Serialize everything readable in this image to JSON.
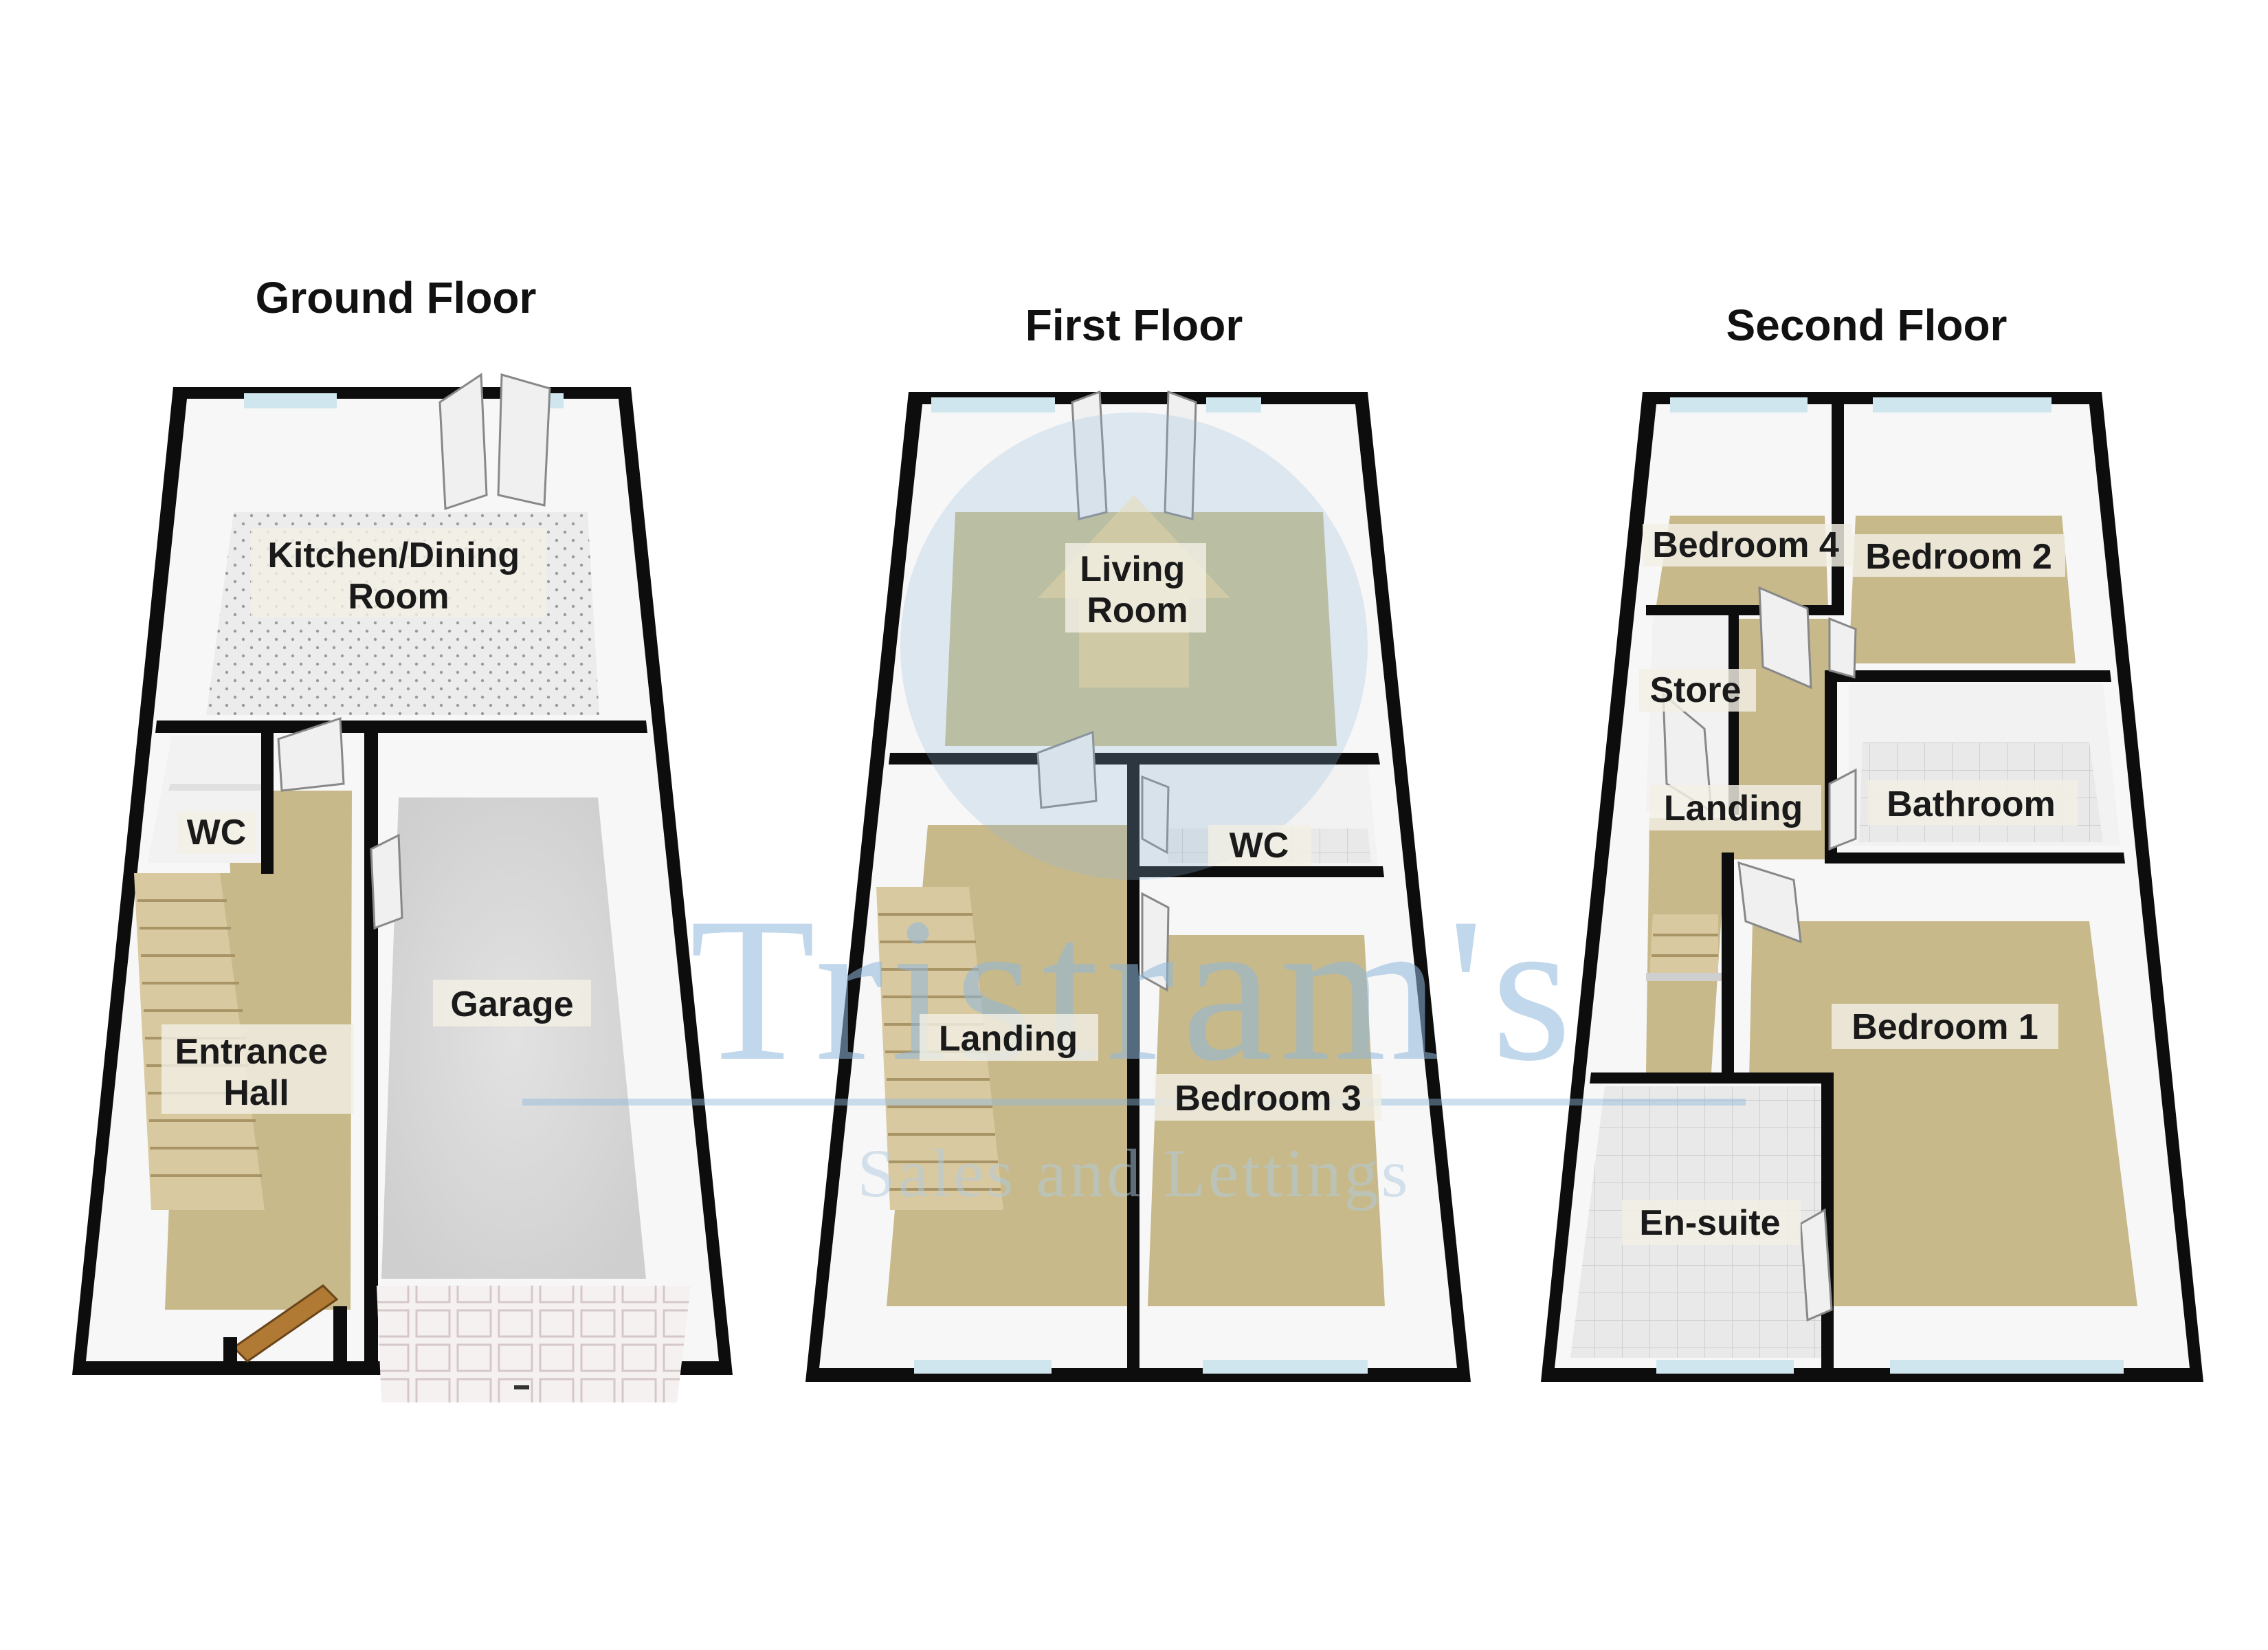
{
  "watermark": {
    "brand": "Tristram's",
    "tagline": "Sales and Lettings"
  },
  "colors": {
    "wall": "#0d0d0d",
    "carpet": "#c8b98a",
    "tile": "#e6e6e6",
    "garage_floor": "#dcdcdc",
    "inner_wall": "#f4f4f4",
    "window": "#cfe6ee",
    "watermark": "#8fb8dc"
  },
  "floors": [
    {
      "title": "Ground Floor",
      "rooms": [
        {
          "id": "kitchen-dining-room",
          "lines": [
            "Kitchen/Dining",
            "Room"
          ]
        },
        {
          "id": "wc",
          "lines": [
            "WC"
          ]
        },
        {
          "id": "garage",
          "lines": [
            "Garage"
          ]
        },
        {
          "id": "entrance-hall",
          "lines": [
            "Entrance",
            "Hall"
          ]
        }
      ]
    },
    {
      "title": "First Floor",
      "rooms": [
        {
          "id": "living-room",
          "lines": [
            "Living",
            "Room"
          ]
        },
        {
          "id": "wc",
          "lines": [
            "WC"
          ]
        },
        {
          "id": "landing",
          "lines": [
            "Landing"
          ]
        },
        {
          "id": "bedroom-3",
          "lines": [
            "Bedroom 3"
          ]
        }
      ]
    },
    {
      "title": "Second Floor",
      "rooms": [
        {
          "id": "bedroom-4",
          "lines": [
            "Bedroom 4"
          ]
        },
        {
          "id": "bedroom-2",
          "lines": [
            "Bedroom 2"
          ]
        },
        {
          "id": "store",
          "lines": [
            "Store"
          ]
        },
        {
          "id": "landing",
          "lines": [
            "Landing"
          ]
        },
        {
          "id": "bathroom",
          "lines": [
            "Bathroom"
          ]
        },
        {
          "id": "bedroom-1",
          "lines": [
            "Bedroom 1"
          ]
        },
        {
          "id": "en-suite",
          "lines": [
            "En-suite"
          ]
        }
      ]
    }
  ]
}
